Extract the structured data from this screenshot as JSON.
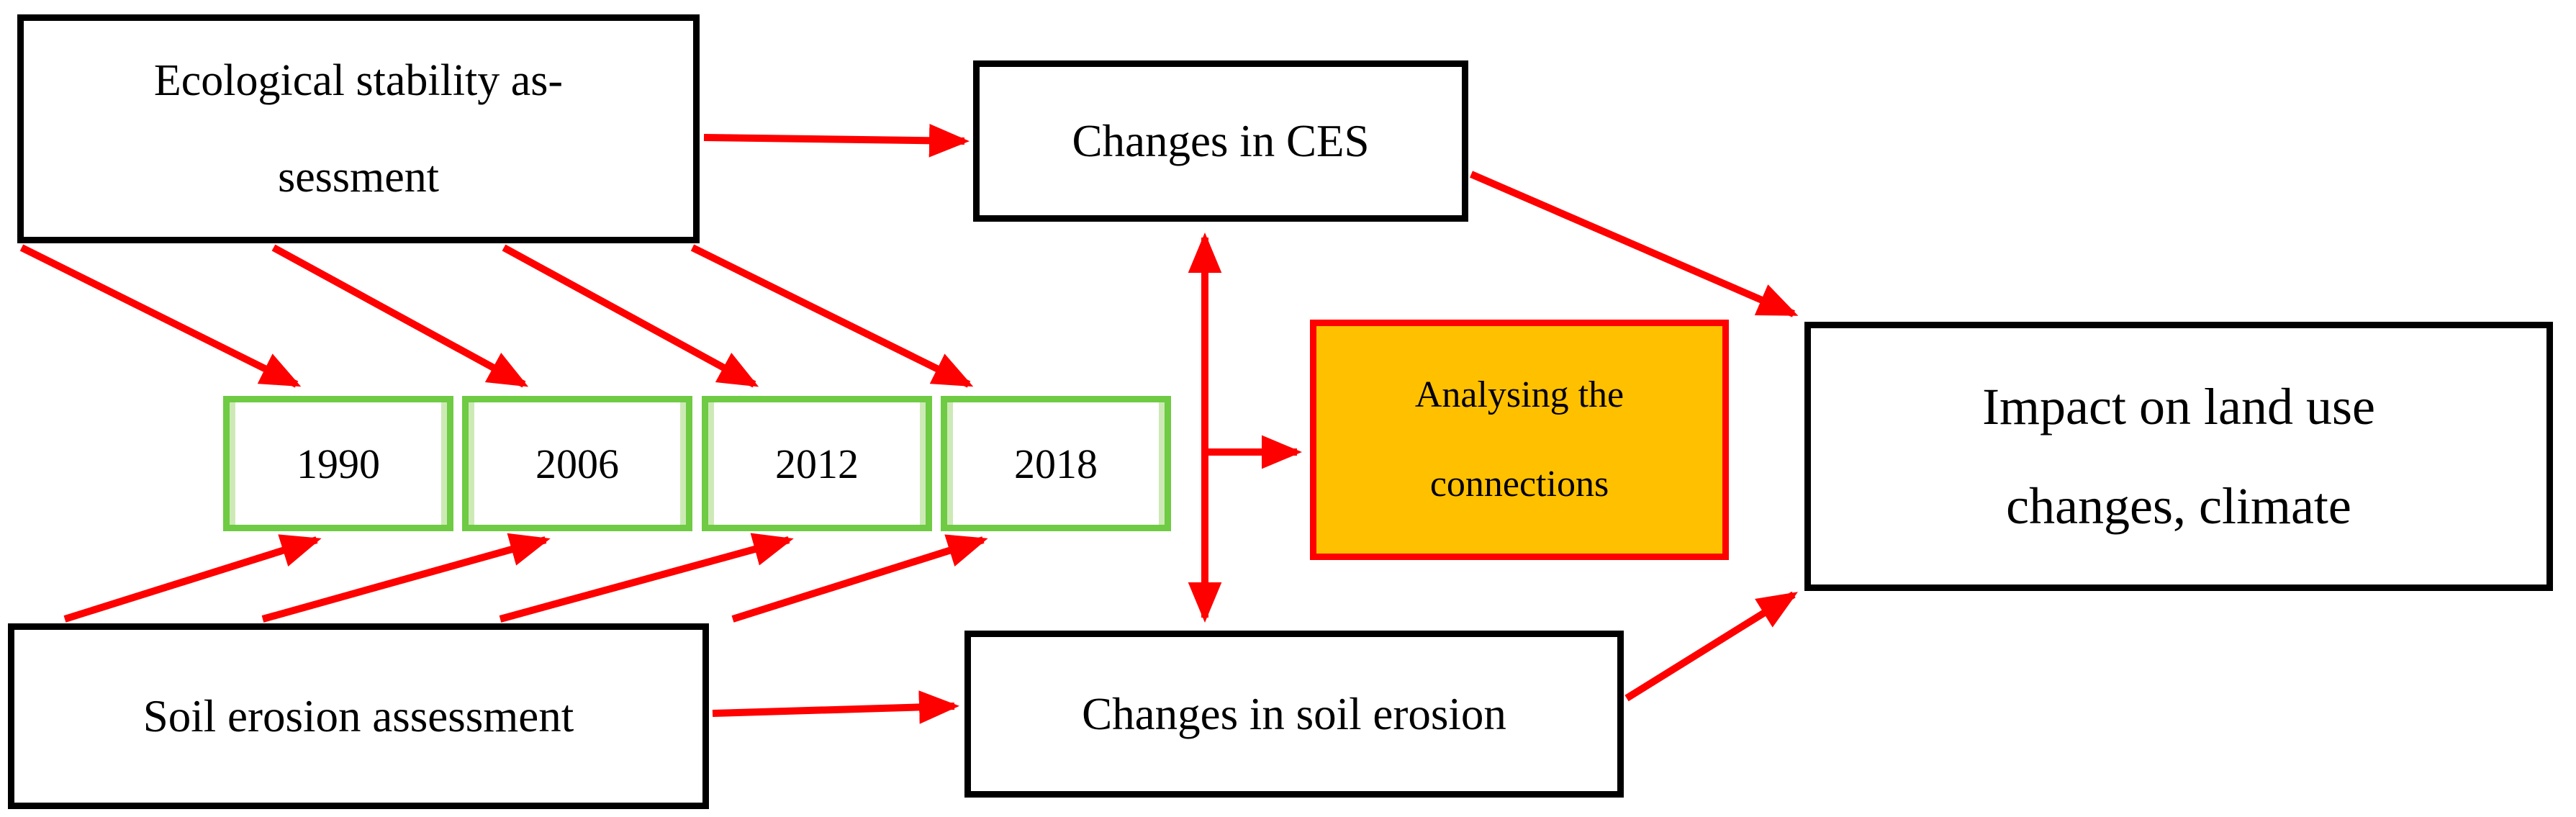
{
  "figure": {
    "type": "flowchart",
    "background": "#ffffff",
    "palette": {
      "arrow_red": "#fe0000",
      "box_border_black": "#000000",
      "year_box_border_green": "#6ecb43",
      "year_box_inner_highlight": "#cdeab6",
      "highlight_fill_orange": "#ffc000",
      "highlight_border_red": "#fe0000",
      "text_color": "#000000"
    }
  },
  "nodes": {
    "ecological": {
      "line1": "Ecological stability as-",
      "line2": "sessment"
    },
    "changes_ces": {
      "label": "Changes in CES"
    },
    "years": [
      {
        "label": "1990"
      },
      {
        "label": "2006"
      },
      {
        "label": "2012"
      },
      {
        "label": "2018"
      }
    ],
    "soil": {
      "label": "Soil erosion assessment"
    },
    "changes_soil": {
      "label": "Changes in soil erosion"
    },
    "analysing": {
      "line1": "Analysing the",
      "line2": "connections"
    },
    "impact": {
      "line1": "Impact on land use",
      "line2": "changes, climate"
    }
  },
  "connections": [
    "ecological -> changes_ces",
    "ecological -> 1990",
    "ecological -> 2006",
    "ecological -> 2012",
    "ecological -> 2018",
    "soil -> 1990",
    "soil -> 2006",
    "soil -> 2012",
    "soil -> 2018",
    "soil -> changes_soil",
    "changes_ces <-> changes_soil (double arrow)",
    "double_arrow -> analysing",
    "changes_ces -> impact",
    "changes_soil -> impact"
  ]
}
